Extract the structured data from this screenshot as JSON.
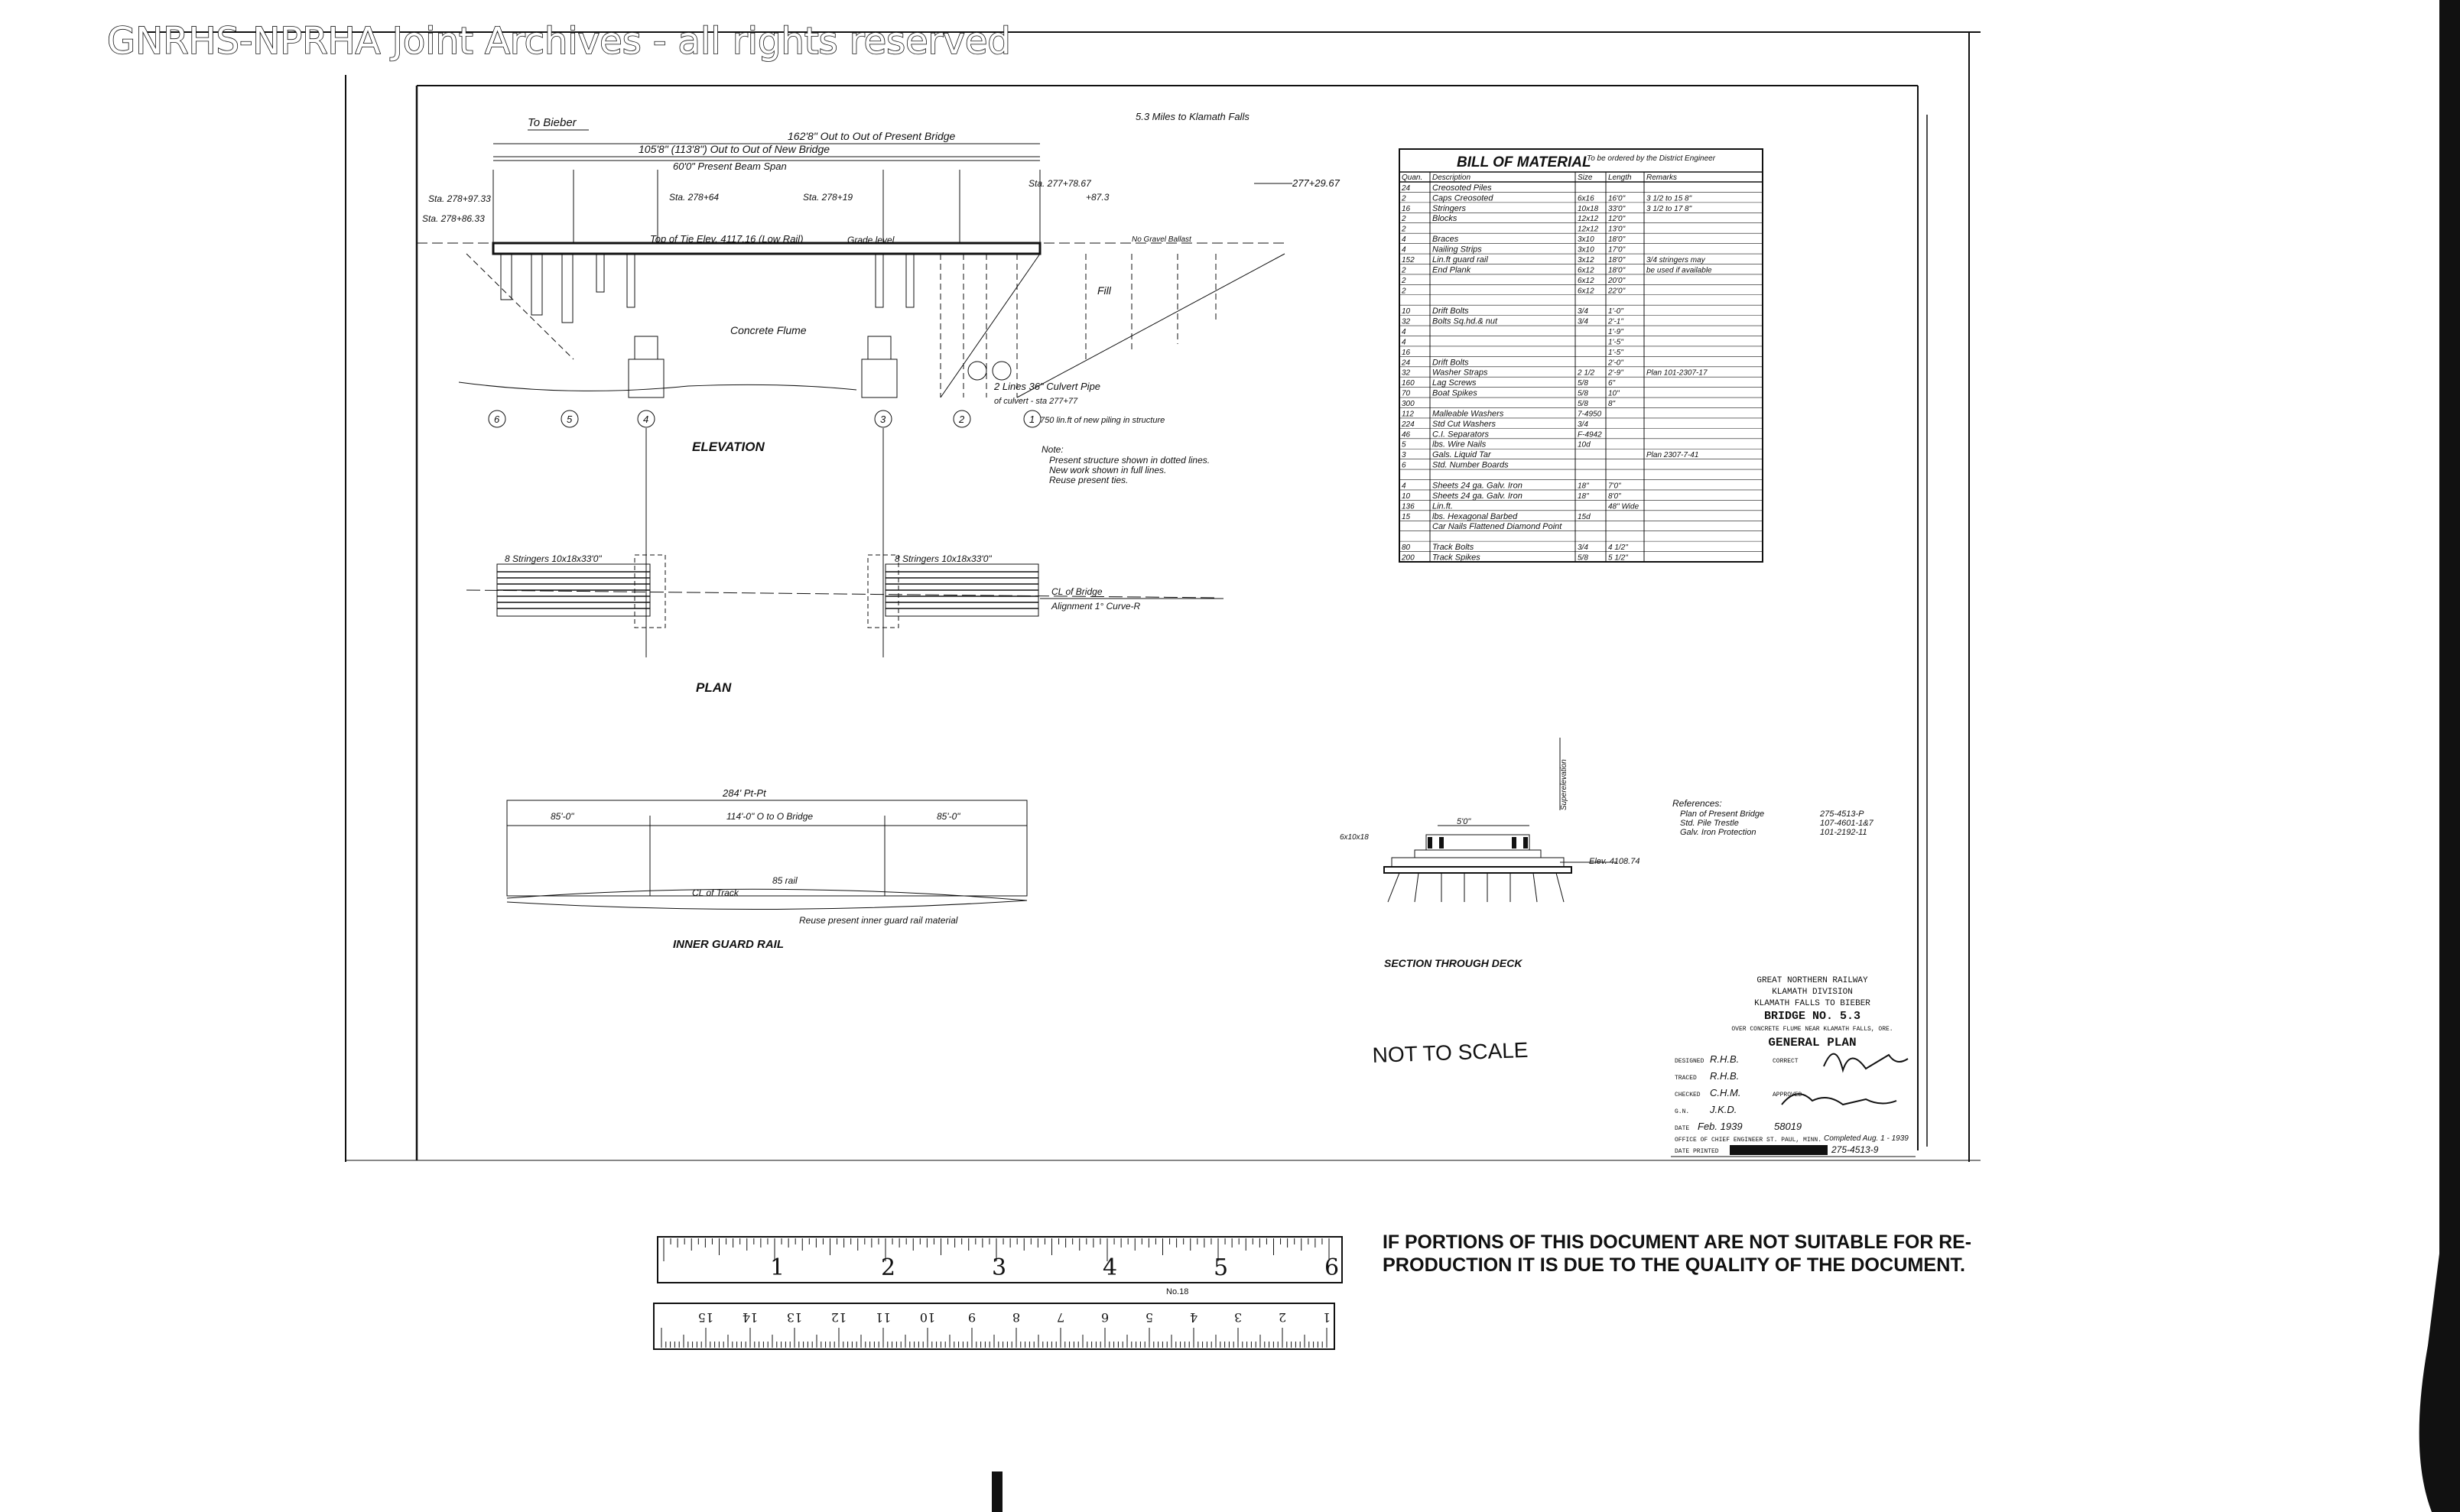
{
  "archive_watermark": "GNRHS-NPRHA Joint Archives - all rights reserved",
  "elevation": {
    "to_label": "To Bieber",
    "miles_label": "5.3 Miles to Klamath Falls",
    "out_to_out_present": "162'8\" Out to Out of Present Bridge",
    "out_to_out_new": "105'8\" (113'8\") Out to Out of New Bridge",
    "beam_span": "60'0\" Present Beam Span",
    "sta_left_1": "Sta. 278+97.33",
    "sta_left_2": "Sta. 278+86.33",
    "sta_mid_1": "Sta. 278+64",
    "sta_mid_2": "Sta. 278+19",
    "sta_right_1": "Sta. 277+78.67",
    "sta_right_2": "+87.3",
    "sta_far_right": "277+29.67",
    "top_of_tie": "Top of Tie  Elev. 4117.16 (Low Rail)",
    "grade_level": "Grade level",
    "ballast_note": "No Gravel Ballast",
    "fill_label": "Fill",
    "concrete_flume": "Concrete Flume",
    "culvert": "2 Lines 36\" Culvert Pipe",
    "culvert_sta": "of culvert - sta 277+77",
    "piling_note": "750 lin.ft of new piling in structure",
    "title": "ELEVATION",
    "bent_numbers": [
      "6",
      "5",
      "4",
      "3",
      "2",
      "1"
    ],
    "note_title": "Note:",
    "notes": [
      "Present structure shown in dotted lines.",
      "New work shown in full lines.",
      "Reuse present ties."
    ]
  },
  "plan": {
    "title": "PLAN",
    "stringers_left": "8 Stringers 10x18x33'0\"",
    "stringers_right": "8 Stringers 10x18x33'0\"",
    "cl_bridge": "CL of Bridge",
    "alignment": "Alignment 1° Curve-R"
  },
  "guard_rail": {
    "title": "INNER GUARD RAIL",
    "overall": "284' Pt-Pt",
    "seg_left": "85'-0\"",
    "seg_mid": "114'-0\" O to O Bridge",
    "seg_right": "85'-0\"",
    "rail_label": "85 rail",
    "track_label": "CL of Track",
    "reuse_note": "Reuse present inner guard rail material"
  },
  "bill_of_material": {
    "title": "BILL OF MATERIAL",
    "subtitle": "To be ordered by the District Engineer",
    "headers": [
      "Quan.",
      "Description",
      "Size",
      "Length",
      "Remarks"
    ],
    "rows": [
      [
        "24",
        "Creosoted Piles",
        "",
        "",
        ""
      ],
      [
        "2",
        "Caps Creosoted",
        "6x16",
        "16'0\"",
        "3 1/2 to 15 8\""
      ],
      [
        "16",
        "Stringers",
        "10x18",
        "33'0\"",
        "3 1/2 to 17 8\""
      ],
      [
        "2",
        "Blocks",
        "12x12",
        "12'0\"",
        ""
      ],
      [
        "2",
        "",
        "12x12",
        "13'0\"",
        ""
      ],
      [
        "4",
        "Braces",
        "3x10",
        "18'0\"",
        ""
      ],
      [
        "4",
        "Nailing Strips",
        "3x10",
        "17'0\"",
        ""
      ],
      [
        "152",
        "Lin.ft guard rail",
        "3x12",
        "18'0\"",
        "3/4 stringers may"
      ],
      [
        "2",
        "End Plank",
        "6x12",
        "18'0\"",
        "be used if available"
      ],
      [
        "2",
        "",
        "6x12",
        "20'0\"",
        ""
      ],
      [
        "2",
        "",
        "6x12",
        "22'0\"",
        ""
      ],
      [
        "",
        "",
        "",
        "",
        ""
      ],
      [
        "10",
        "Drift Bolts",
        "3/4",
        "1'-0\"",
        ""
      ],
      [
        "32",
        "Bolts  Sq.hd.& nut",
        "3/4",
        "2'-1\"",
        ""
      ],
      [
        "4",
        "",
        "",
        "1'-9\"",
        ""
      ],
      [
        "4",
        "",
        "",
        "1'-5\"",
        ""
      ],
      [
        "16",
        "",
        "",
        "1'-5\"",
        ""
      ],
      [
        "24",
        "Drift Bolts",
        "",
        "2'-0\"",
        ""
      ],
      [
        "32",
        "Washer Straps",
        "2 1/2",
        "2'-9\"",
        "Plan 101-2307-17"
      ],
      [
        "160",
        "Lag Screws",
        "5/8",
        "6\"",
        ""
      ],
      [
        "70",
        "Boat Spikes",
        "5/8",
        "10\"",
        ""
      ],
      [
        "300",
        "",
        "5/8",
        "8\"",
        ""
      ],
      [
        "112",
        "Malleable Washers",
        "7-4950",
        "",
        ""
      ],
      [
        "224",
        "Std Cut Washers",
        "3/4",
        "",
        ""
      ],
      [
        "46",
        "C.I. Separators",
        "F-4942",
        "",
        ""
      ],
      [
        "5",
        "lbs. Wire Nails",
        "10d",
        "",
        ""
      ],
      [
        "3",
        "Gals. Liquid Tar",
        "",
        "",
        "Plan 2307-7-41"
      ],
      [
        "6",
        "Std. Number Boards",
        "",
        "",
        ""
      ],
      [
        "",
        "",
        "",
        "",
        ""
      ],
      [
        "4",
        "Sheets 24 ga. Galv. Iron",
        "18\"",
        "7'0\"",
        ""
      ],
      [
        "10",
        "Sheets 24 ga. Galv. Iron",
        "18\"",
        "8'0\"",
        ""
      ],
      [
        "136",
        "Lin.ft.",
        "",
        "48\" Wide",
        ""
      ],
      [
        "15",
        "lbs. Hexagonal Barbed",
        "15d",
        "",
        ""
      ],
      [
        "",
        "Car Nails Flattened Diamond Point",
        "",
        "",
        ""
      ],
      [
        "",
        "",
        "",
        "",
        ""
      ],
      [
        "80",
        "Track Bolts",
        "3/4",
        "4 1/2\"",
        ""
      ],
      [
        "200",
        "Track Spikes",
        "5/8",
        "5 1/2\"",
        ""
      ]
    ]
  },
  "section": {
    "title": "SECTION THROUGH DECK",
    "width_label": "5'0\"",
    "elev_label": "Elev. 4108.74",
    "timber_label": "6x10x18",
    "super_label": "Superelevation"
  },
  "references": {
    "title": "References:",
    "rows": [
      [
        "Plan of Present Bridge",
        "275-4513-P"
      ],
      [
        "Std. Pile Trestle",
        "107-4601-1&7"
      ],
      [
        "Galv. Iron Protection",
        "101-2192-11"
      ]
    ]
  },
  "title_block": {
    "company": "GREAT NORTHERN RAILWAY",
    "division": "KLAMATH DIVISION",
    "line": "KLAMATH FALLS TO BIEBER",
    "bridge": "BRIDGE NO. 5.3",
    "over": "OVER CONCRETE FLUME NEAR KLAMATH FALLS, ORE.",
    "plan": "GENERAL PLAN",
    "designed_label": "DESIGNED",
    "designed": "R.H.B.",
    "traced_label": "TRACED",
    "traced": "R.H.B.",
    "checked_label": "CHECKED",
    "checked": "C.H.M.",
    "gn_label": "G.N.",
    "gn": "J.K.D.",
    "date_label": "DATE",
    "date": "Feb. 1939",
    "afe": "58019",
    "correct_label": "CORRECT",
    "approved_label": "APPROVED",
    "completed": "Completed Aug. 1 - 1939",
    "office": "OFFICE OF CHIEF ENGINEER ST. PAUL, MINN.",
    "date_printed_label": "DATE PRINTED",
    "drawing_no": "275-4513-9"
  },
  "not_to_scale": "NOT TO SCALE",
  "ruler": {
    "top_numbers": [
      "1",
      "2",
      "3",
      "4",
      "5",
      "6"
    ],
    "bottom_numbers": [
      "1",
      "2",
      "3",
      "4",
      "5",
      "6",
      "7",
      "8",
      "9",
      "10",
      "11",
      "12",
      "13",
      "14",
      "15"
    ],
    "maker": "No.18"
  },
  "quality_note": {
    "line1": "IF PORTIONS OF THIS DOCUMENT ARE NOT SUITABLE FOR RE-",
    "line2": "PRODUCTION IT IS DUE TO THE QUALITY OF THE DOCUMENT."
  }
}
